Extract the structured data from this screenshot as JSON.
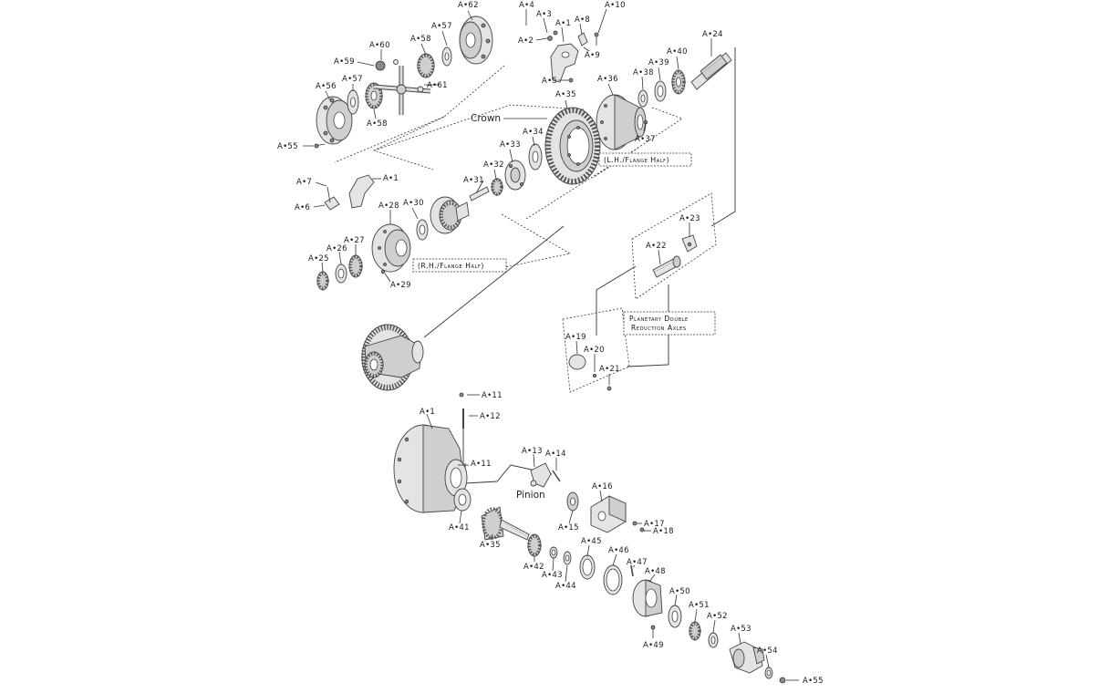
{
  "diagram": {
    "callouts": [
      {
        "id": "A-62",
        "text": "A•62"
      },
      {
        "id": "A-57a",
        "text": "A•57"
      },
      {
        "id": "A-58a",
        "text": "A•58"
      },
      {
        "id": "A-60",
        "text": "A•60"
      },
      {
        "id": "A-59",
        "text": "A•59"
      },
      {
        "id": "A-61",
        "text": "A•61"
      },
      {
        "id": "A-56",
        "text": "A•56"
      },
      {
        "id": "A-57b",
        "text": "A•57"
      },
      {
        "id": "A-58b",
        "text": "A•58"
      },
      {
        "id": "A-55a",
        "text": "A•55"
      },
      {
        "id": "A-4",
        "text": "A•4"
      },
      {
        "id": "A-3",
        "text": "A•3"
      },
      {
        "id": "A-1a",
        "text": "A•1"
      },
      {
        "id": "A-8",
        "text": "A•8"
      },
      {
        "id": "A-10",
        "text": "A•10"
      },
      {
        "id": "A-2",
        "text": "A•2"
      },
      {
        "id": "A-9",
        "text": "A•9"
      },
      {
        "id": "A-5",
        "text": "A•5"
      },
      {
        "id": "A-24",
        "text": "A•24"
      },
      {
        "id": "A-40",
        "text": "A•40"
      },
      {
        "id": "A-39",
        "text": "A•39"
      },
      {
        "id": "A-38",
        "text": "A•38"
      },
      {
        "id": "A-36",
        "text": "A•36"
      },
      {
        "id": "A-35a",
        "text": "A•35"
      },
      {
        "id": "A-37",
        "text": "A•37"
      },
      {
        "id": "A-34",
        "text": "A•34"
      },
      {
        "id": "A-33",
        "text": "A•33"
      },
      {
        "id": "A-32",
        "text": "A•32"
      },
      {
        "id": "A-31",
        "text": "A•31"
      },
      {
        "id": "A-7",
        "text": "A•7"
      },
      {
        "id": "A-1b",
        "text": "A•1"
      },
      {
        "id": "A-6",
        "text": "A•6"
      },
      {
        "id": "A-28",
        "text": "A•28"
      },
      {
        "id": "A-30",
        "text": "A•30"
      },
      {
        "id": "A-27",
        "text": "A•27"
      },
      {
        "id": "A-26",
        "text": "A•26"
      },
      {
        "id": "A-25",
        "text": "A•25"
      },
      {
        "id": "A-29",
        "text": "A•29"
      },
      {
        "id": "A-23",
        "text": "A•23"
      },
      {
        "id": "A-22",
        "text": "A•22"
      },
      {
        "id": "A-19",
        "text": "A•19"
      },
      {
        "id": "A-20",
        "text": "A•20"
      },
      {
        "id": "A-21",
        "text": "A•21"
      },
      {
        "id": "A-11a",
        "text": "A•11"
      },
      {
        "id": "A-12",
        "text": "A•12"
      },
      {
        "id": "A-1c",
        "text": "A•1"
      },
      {
        "id": "A-11b",
        "text": "A•11"
      },
      {
        "id": "A-13",
        "text": "A•13"
      },
      {
        "id": "A-14",
        "text": "A•14"
      },
      {
        "id": "A-16",
        "text": "A•16"
      },
      {
        "id": "A-17",
        "text": "A•17"
      },
      {
        "id": "A-18",
        "text": "A•18"
      },
      {
        "id": "A-15",
        "text": "A•15"
      },
      {
        "id": "A-41",
        "text": "A•41"
      },
      {
        "id": "A-35b",
        "text": "A•35"
      },
      {
        "id": "A-42",
        "text": "A•42"
      },
      {
        "id": "A-43",
        "text": "A•43"
      },
      {
        "id": "A-44",
        "text": "A•44"
      },
      {
        "id": "A-45",
        "text": "A•45"
      },
      {
        "id": "A-46",
        "text": "A•46"
      },
      {
        "id": "A-47",
        "text": "A•47"
      },
      {
        "id": "A-48",
        "text": "A•48"
      },
      {
        "id": "A-50",
        "text": "A•50"
      },
      {
        "id": "A-49",
        "text": "A•49"
      },
      {
        "id": "A-51",
        "text": "A•51"
      },
      {
        "id": "A-52",
        "text": "A•52"
      },
      {
        "id": "A-53",
        "text": "A•53"
      },
      {
        "id": "A-54",
        "text": "A•54"
      },
      {
        "id": "A-55b",
        "text": "A•55"
      }
    ],
    "words": {
      "crown": "Crown",
      "pinion": "Pinion"
    },
    "boxes": {
      "lh_flange": "(L.H./Flange Half)",
      "rh_flange": "(R.H./Flange Half)",
      "planetary_line1": "Planetary Double",
      "planetary_line2": "Reduction Axles"
    }
  }
}
